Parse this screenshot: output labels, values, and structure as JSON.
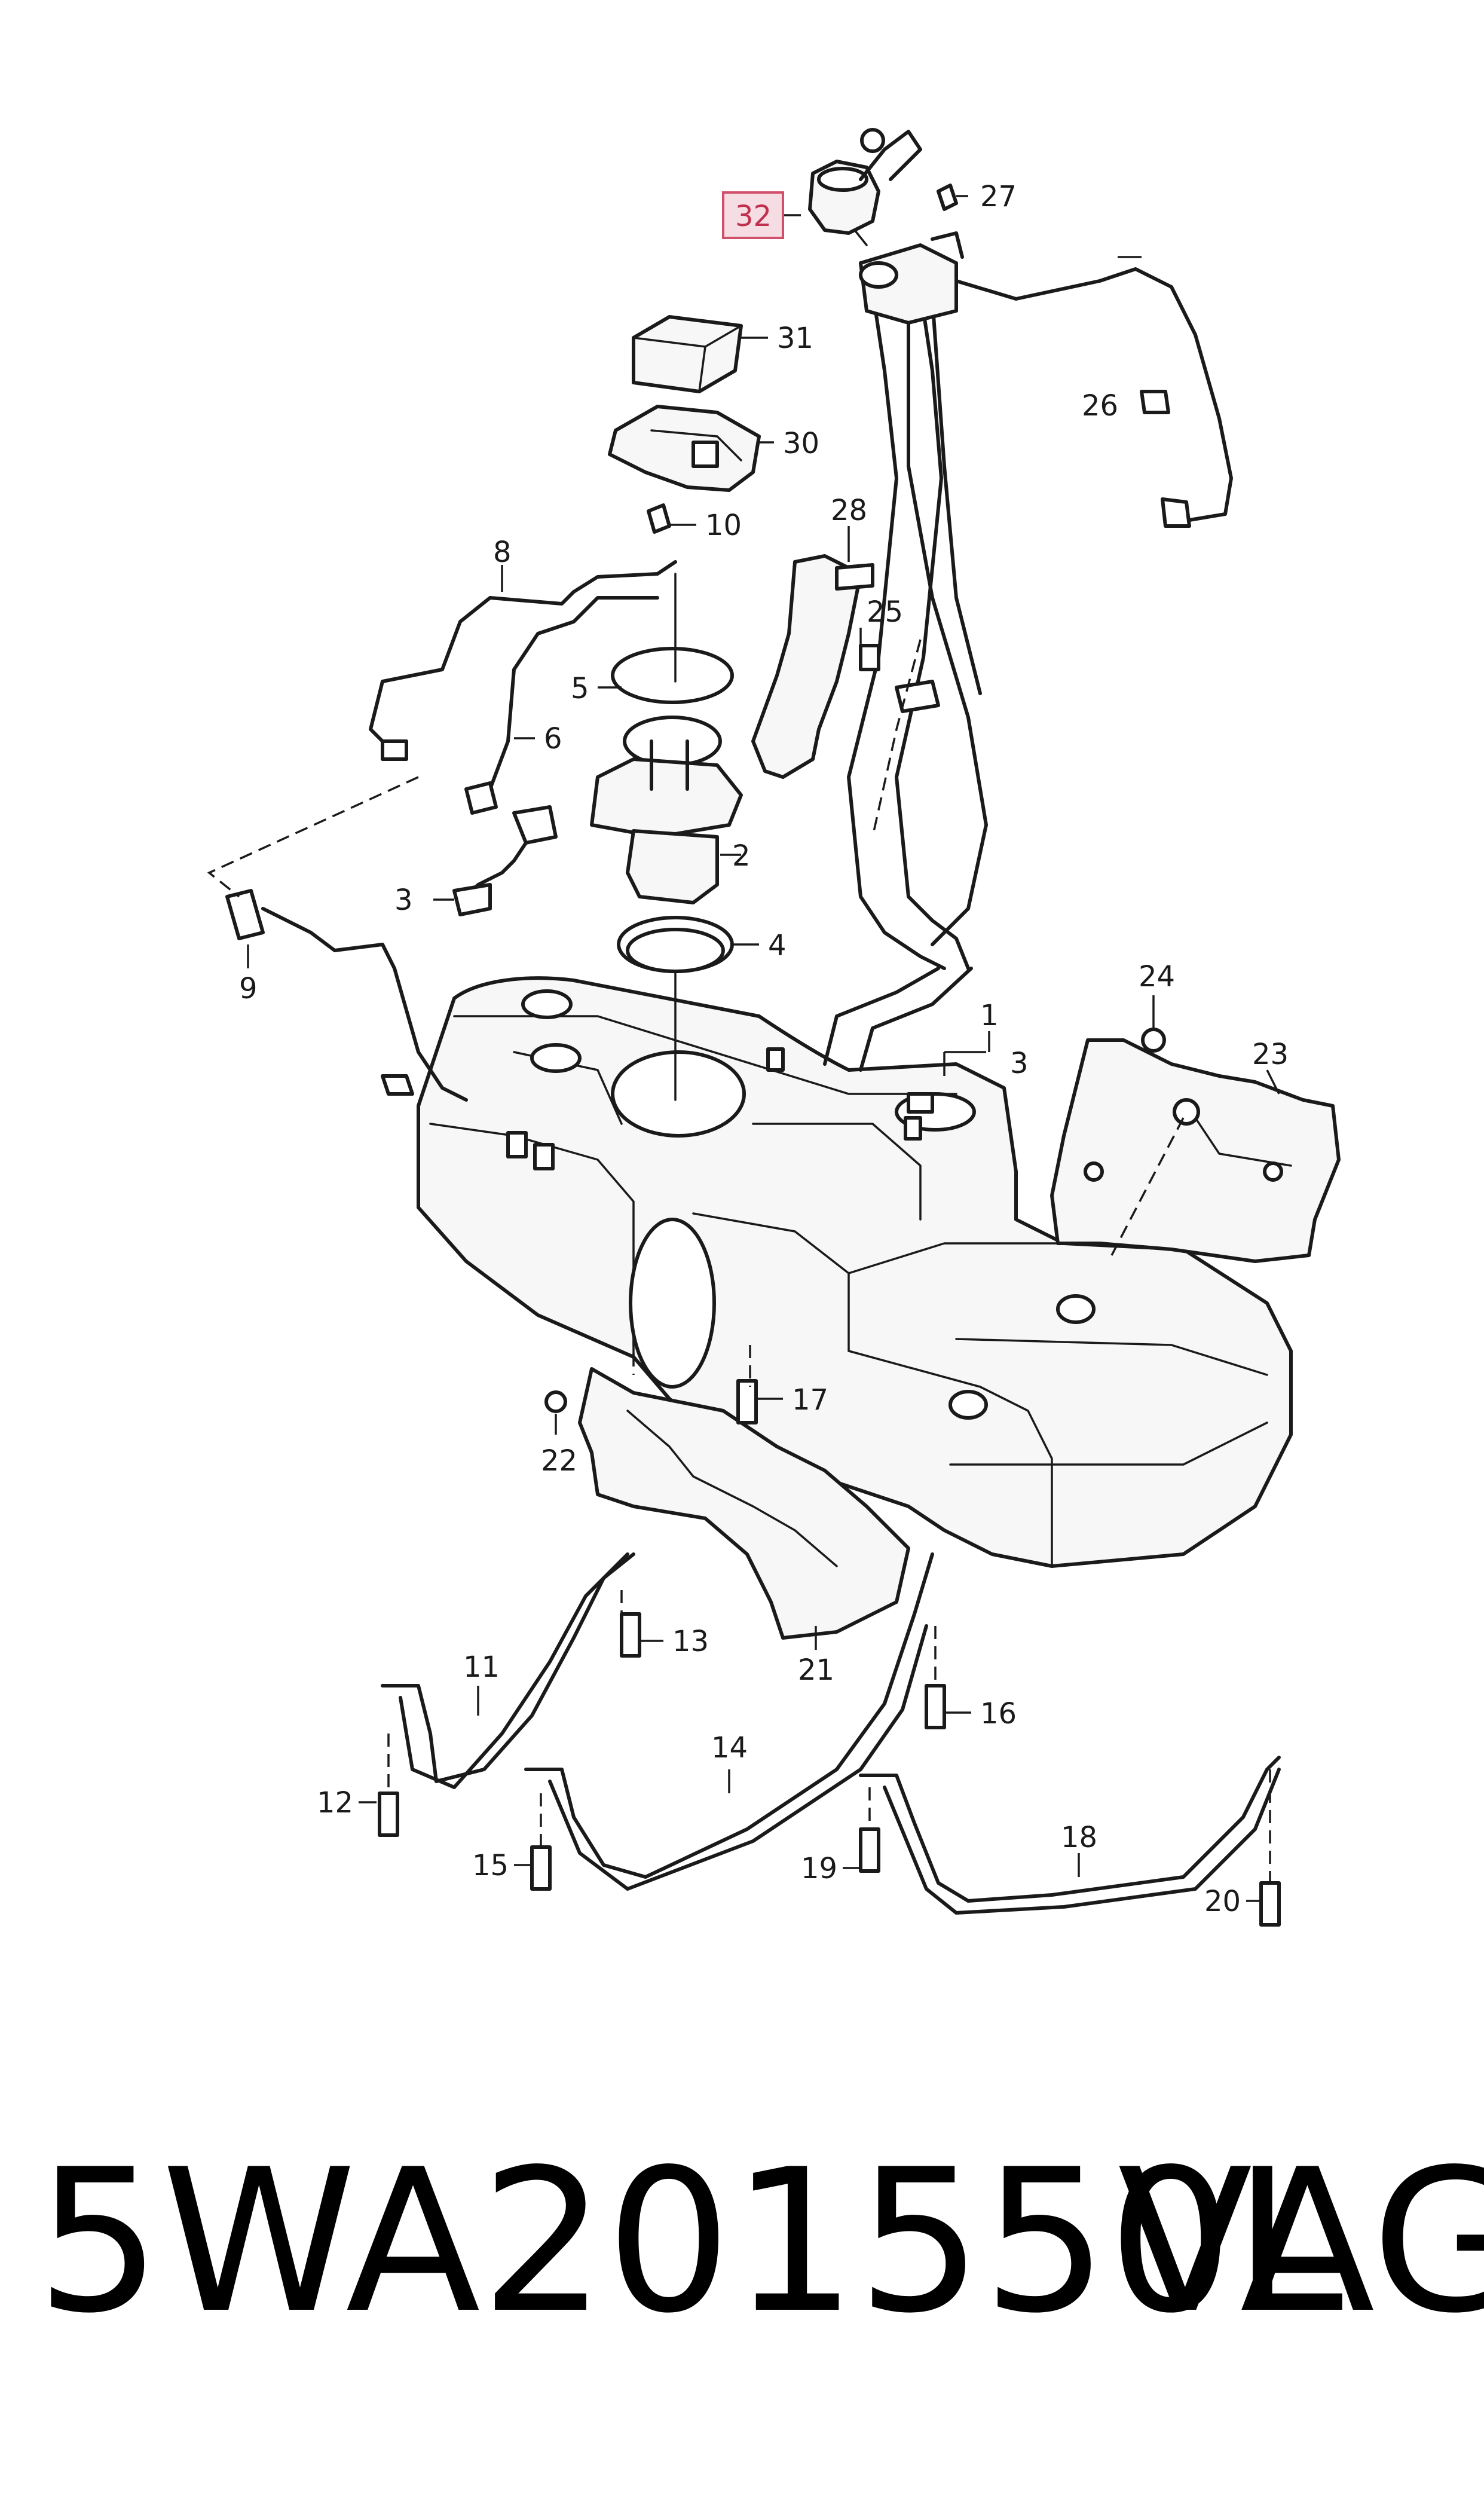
{
  "diagram": {
    "callouts": [
      {
        "id": "c1",
        "text": "1"
      },
      {
        "id": "c2",
        "text": "2"
      },
      {
        "id": "c3a",
        "text": "3"
      },
      {
        "id": "c3b",
        "text": "3"
      },
      {
        "id": "c4",
        "text": "4"
      },
      {
        "id": "c5",
        "text": "5"
      },
      {
        "id": "c6",
        "text": "6"
      },
      {
        "id": "c8",
        "text": "8"
      },
      {
        "id": "c9",
        "text": "9"
      },
      {
        "id": "c10",
        "text": "10"
      },
      {
        "id": "c11",
        "text": "11"
      },
      {
        "id": "c12",
        "text": "12"
      },
      {
        "id": "c13",
        "text": "13"
      },
      {
        "id": "c14",
        "text": "14"
      },
      {
        "id": "c15",
        "text": "15"
      },
      {
        "id": "c16",
        "text": "16"
      },
      {
        "id": "c17",
        "text": "17"
      },
      {
        "id": "c18",
        "text": "18"
      },
      {
        "id": "c19",
        "text": "19"
      },
      {
        "id": "c20",
        "text": "20"
      },
      {
        "id": "c21",
        "text": "21"
      },
      {
        "id": "c22",
        "text": "22"
      },
      {
        "id": "c23",
        "text": "23"
      },
      {
        "id": "c24",
        "text": "24"
      },
      {
        "id": "c25",
        "text": "25"
      },
      {
        "id": "c26",
        "text": "26"
      },
      {
        "id": "c27",
        "text": "27"
      },
      {
        "id": "c28",
        "text": "28"
      },
      {
        "id": "c30",
        "text": "30"
      },
      {
        "id": "c31",
        "text": "31"
      }
    ],
    "highlighted": {
      "text": "32",
      "fill": "#f6dde3",
      "stroke": "#d0506c",
      "color": "#c0304e"
    }
  },
  "footer": {
    "part_number": "5WA201550L",
    "brand": "VAG"
  }
}
